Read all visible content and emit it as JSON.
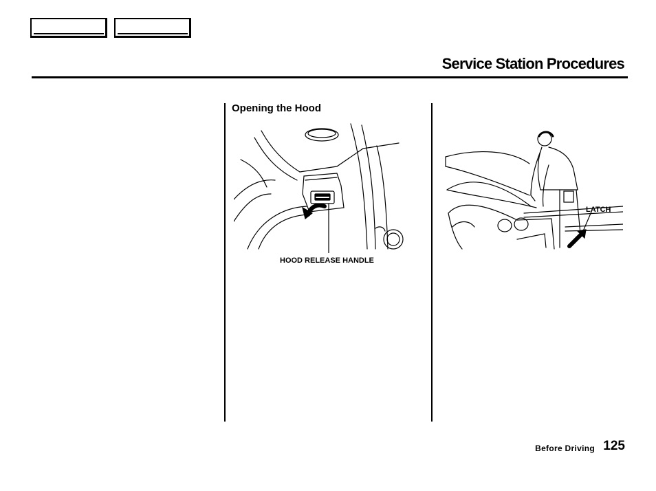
{
  "header": {
    "page_title": "Service Station Procedures"
  },
  "nav": {
    "buttons": [
      {
        "label": ""
      },
      {
        "label": ""
      }
    ]
  },
  "content": {
    "section_heading": "Opening the Hood",
    "figure_1": {
      "callout": "HOOD RELEASE HANDLE"
    },
    "figure_2": {
      "callout": "LATCH"
    }
  },
  "footer": {
    "section_name": "Before Driving",
    "page_number": "125"
  }
}
